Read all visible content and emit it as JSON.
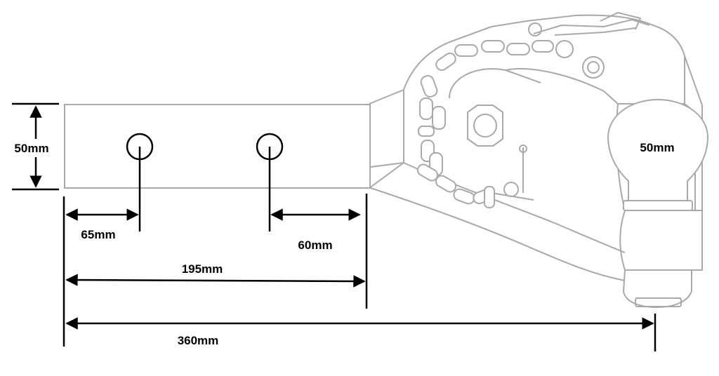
{
  "diagram": {
    "dimensions": {
      "tube_height": "50mm",
      "ball_diameter": "50mm",
      "first_hole_offset": "65mm",
      "second_hole_offset": "60mm",
      "tube_length": "195mm",
      "overall_length": "360mm"
    }
  }
}
